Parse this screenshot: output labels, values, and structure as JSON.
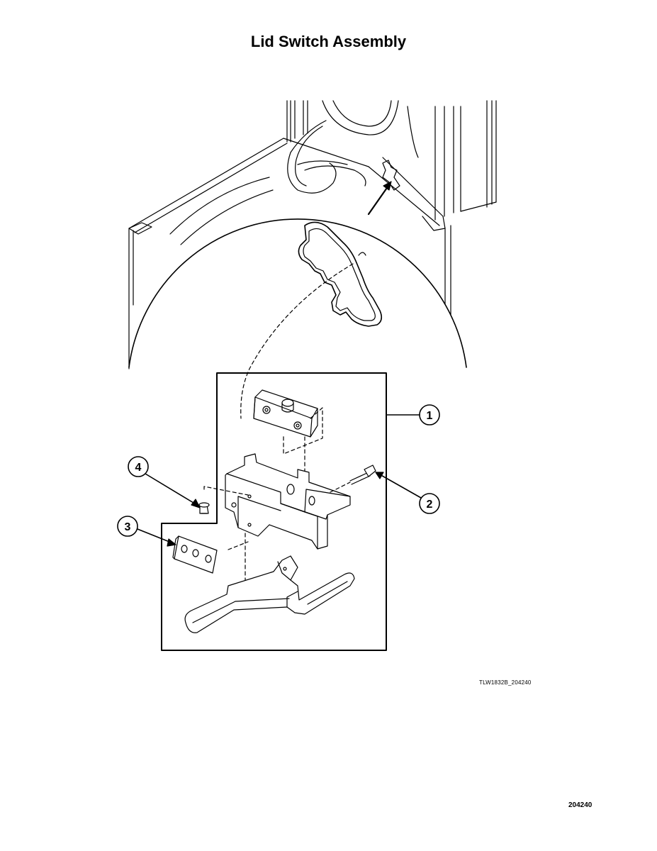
{
  "title": "Lid Switch Assembly",
  "figure_id": "TLW1832B_204240",
  "page_code": "204240",
  "callouts": [
    {
      "number": "1",
      "part": "switch-assembly"
    },
    {
      "number": "2",
      "part": "screw"
    },
    {
      "number": "3",
      "part": "plate"
    },
    {
      "number": "4",
      "part": "clip"
    }
  ]
}
